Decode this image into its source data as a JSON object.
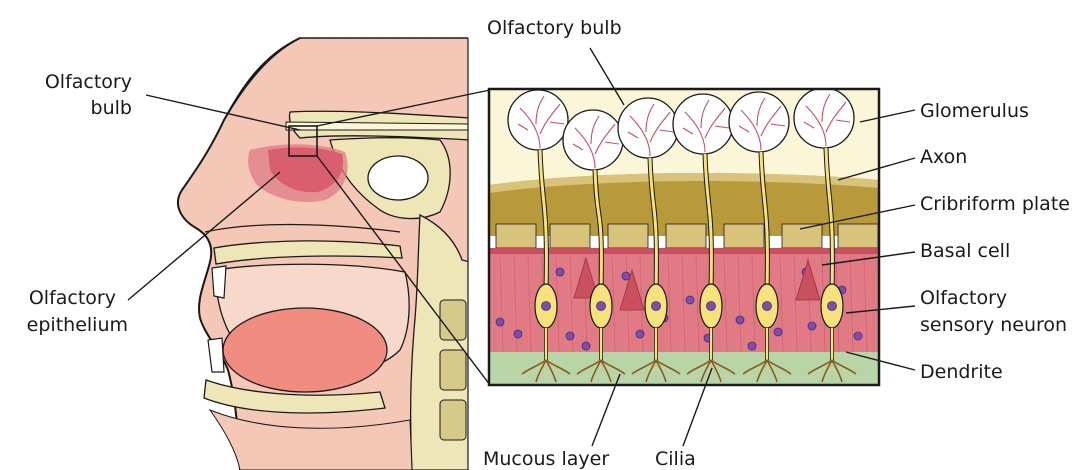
{
  "labels": {
    "left_bulb_line1": "Olfactory",
    "left_bulb_line2": "bulb",
    "left_epi_line1": "Olfactory",
    "left_epi_line2": "epithelium",
    "top_bulb": "Olfactory bulb",
    "glomerulus": "Glomerulus",
    "axon": "Axon",
    "cribriform": "Cribriform plate",
    "basal_cell": "Basal cell",
    "osn_line1": "Olfactory",
    "osn_line2": "sensory neuron",
    "dendrite": "Dendrite",
    "mucous": "Mucous layer",
    "cilia": "Cilia"
  },
  "colors": {
    "skin": "#f4c7b6",
    "skin_dark": "#e8a892",
    "bone": "#efe6b8",
    "bone_spot": "#d6ca8a",
    "bulb_fill": "#fbf6d8",
    "cribriform": "#b89a3a",
    "cribriform_light": "#d9c27a",
    "epithelium": "#e07b86",
    "epithelium_dark": "#c9505e",
    "mucous": "#b9d4a6",
    "neuron": "#f6e27a",
    "nucleus": "#7b4fb0",
    "outline": "#1a1a1a"
  },
  "neuron_count": 6,
  "glomerulus_count": 6
}
